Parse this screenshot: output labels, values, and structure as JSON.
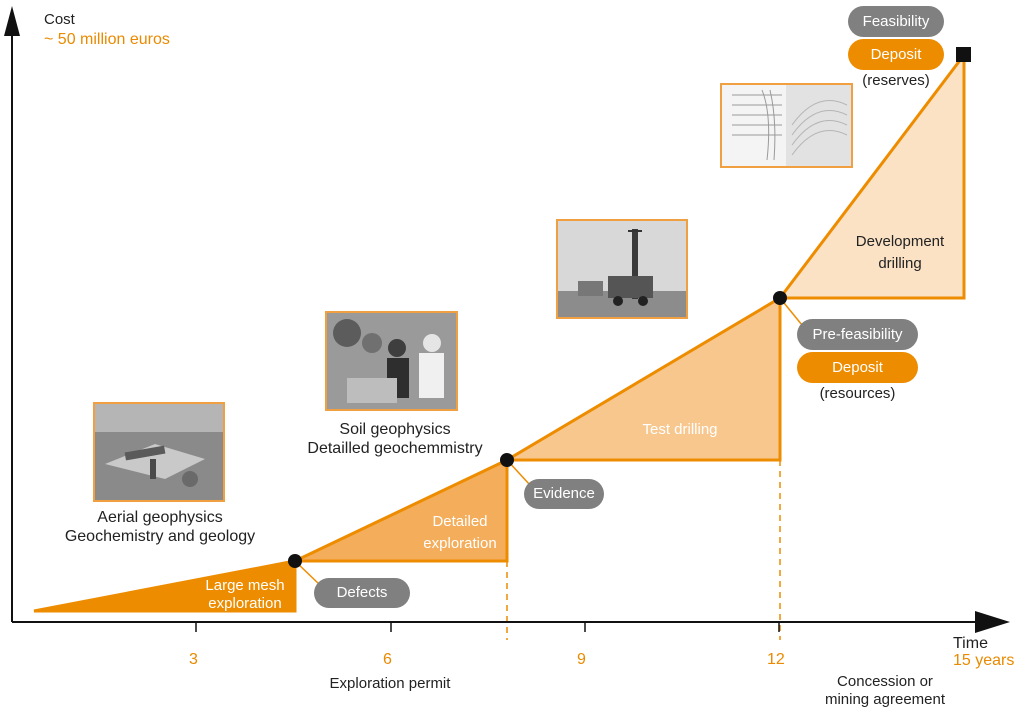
{
  "axes": {
    "y_title": "Cost",
    "y_max_note": "~ 50 million euros",
    "x_title": "Time",
    "x_end_note": "15 years",
    "ticks": [
      "3",
      "6",
      "9",
      "12"
    ]
  },
  "milestones": {
    "exploration_permit": "Exploration permit",
    "concession": [
      "Concession or",
      "mining agreement"
    ]
  },
  "phases": {
    "large_mesh": [
      "Large mesh",
      "exploration"
    ],
    "detailed": [
      "Detailed",
      "exploration"
    ],
    "test_drilling": "Test drilling",
    "development": [
      "Development",
      "drilling"
    ]
  },
  "activities": {
    "aerial": [
      "Aerial geophysics",
      "Geochemistry and geology"
    ],
    "soil": [
      "Soil geophysics",
      "Detailled geochemmistry"
    ]
  },
  "status_pills": {
    "defects": "Defects",
    "evidence": "Evidence",
    "pre_feasibility": "Pre-feasibility",
    "deposit_resources": "Deposit",
    "resources_note": "(resources)",
    "feasibility": "Feasibility",
    "deposit_reserves": "Deposit",
    "reserves_note": "(reserves)"
  },
  "colors": {
    "orange": "#ee8c00",
    "phase1_fill": "#ee8c00",
    "phase2_fill": "#f4ad5a",
    "phase3_fill": "#f8c78e",
    "phase4_fill": "#fbe2c5",
    "pill_grey": "#808080",
    "axis": "#111111"
  },
  "images": [
    "aerial-photo",
    "soil-survey-photo",
    "drill-rig-photo",
    "geological-cross-section"
  ]
}
